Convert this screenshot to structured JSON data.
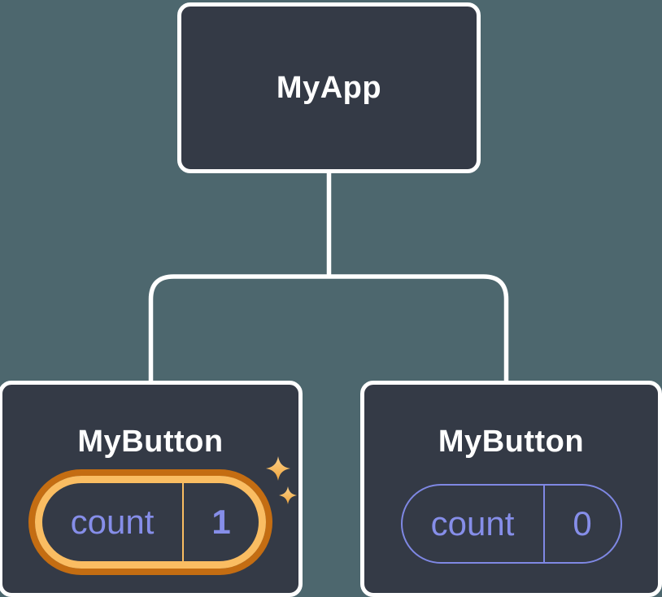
{
  "diagram": {
    "description": "component-tree-state-diagram",
    "root": {
      "label": "MyApp"
    },
    "children": [
      {
        "label": "MyButton",
        "highlighted": true,
        "state": {
          "name": "count",
          "value": "1"
        }
      },
      {
        "label": "MyButton",
        "highlighted": false,
        "state": {
          "name": "count",
          "value": "0"
        }
      }
    ]
  },
  "icons": {
    "sparkles": "sparkles-icon"
  },
  "colors": {
    "bg": "#4d676e",
    "node_fill": "#343a46",
    "node_border": "#ffffff",
    "connector": "#ffffff",
    "text_white": "#ffffff",
    "purple": "#868ee9",
    "purple_stroke": "#7f88e4",
    "orange_dark": "#c46d12",
    "orange_light": "#fabd62",
    "sparkle_light": "#fdd088",
    "sparkle_dark": "#f0a63e"
  }
}
